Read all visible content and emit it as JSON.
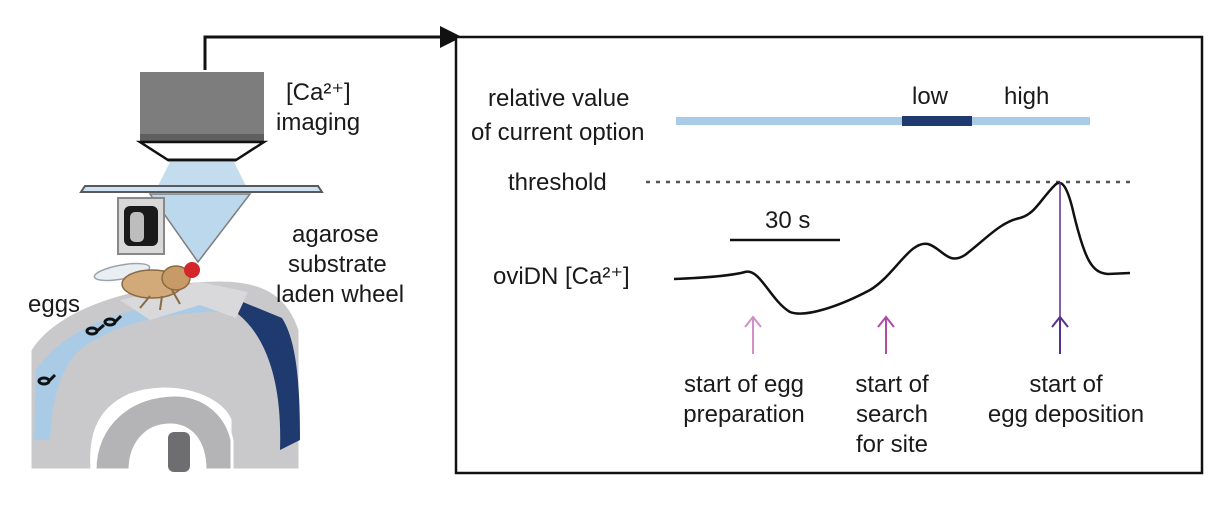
{
  "left_panel": {
    "imaging_label_line1": "[Ca²⁺]",
    "imaging_label_line2": "imaging",
    "wheel_label": [
      "agarose",
      "substrate",
      "laden wheel"
    ],
    "eggs_label": "eggs"
  },
  "right_panel": {
    "value_bar_label": [
      "relative value",
      "of current option"
    ],
    "low_label": "low",
    "high_label": "high",
    "threshold_label": "threshold",
    "scale_bar_label": "30 s",
    "trace_label": "oviDN [Ca²⁺]",
    "events": [
      {
        "lines": [
          "start of egg",
          "preparation"
        ],
        "color": "#d58fc8"
      },
      {
        "lines": [
          "start of",
          "search",
          "for site"
        ],
        "color": "#b04aa5"
      },
      {
        "lines": [
          "start of",
          "egg deposition"
        ],
        "color": "#5a2d91"
      }
    ]
  },
  "colors": {
    "light_blue": "#a9cbe6",
    "dark_blue": "#1f3a6e",
    "wheel_gray": "#c9c9cb",
    "camera_gray": "#7d7d7d"
  }
}
